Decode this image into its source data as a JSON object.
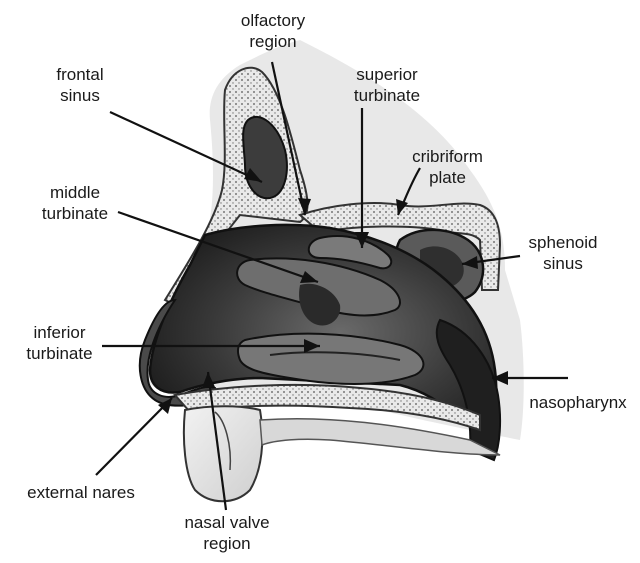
{
  "colors": {
    "tissue_dark": "#2b2b2b",
    "tissue_mid": "#5a5a5a",
    "bone_light": "#e6e6e6",
    "outline": "#111111",
    "label_text": "#1a1a1a"
  },
  "labels": {
    "olfactory_region": [
      "olfactory",
      "region"
    ],
    "frontal_sinus": [
      "frontal",
      "sinus"
    ],
    "superior_turbinate": [
      "superior",
      "turbinate"
    ],
    "cribriform_plate": [
      "cribriform",
      "plate"
    ],
    "middle_turbinate": [
      "middle",
      "turbinate"
    ],
    "sphenoid_sinus": [
      "sphenoid",
      "sinus"
    ],
    "inferior_turbinate": [
      "inferior",
      "turbinate"
    ],
    "nasopharynx": [
      "nasopharynx"
    ],
    "external_nares": [
      "external nares"
    ],
    "nasal_valve_region": [
      "nasal valve",
      "region"
    ]
  }
}
